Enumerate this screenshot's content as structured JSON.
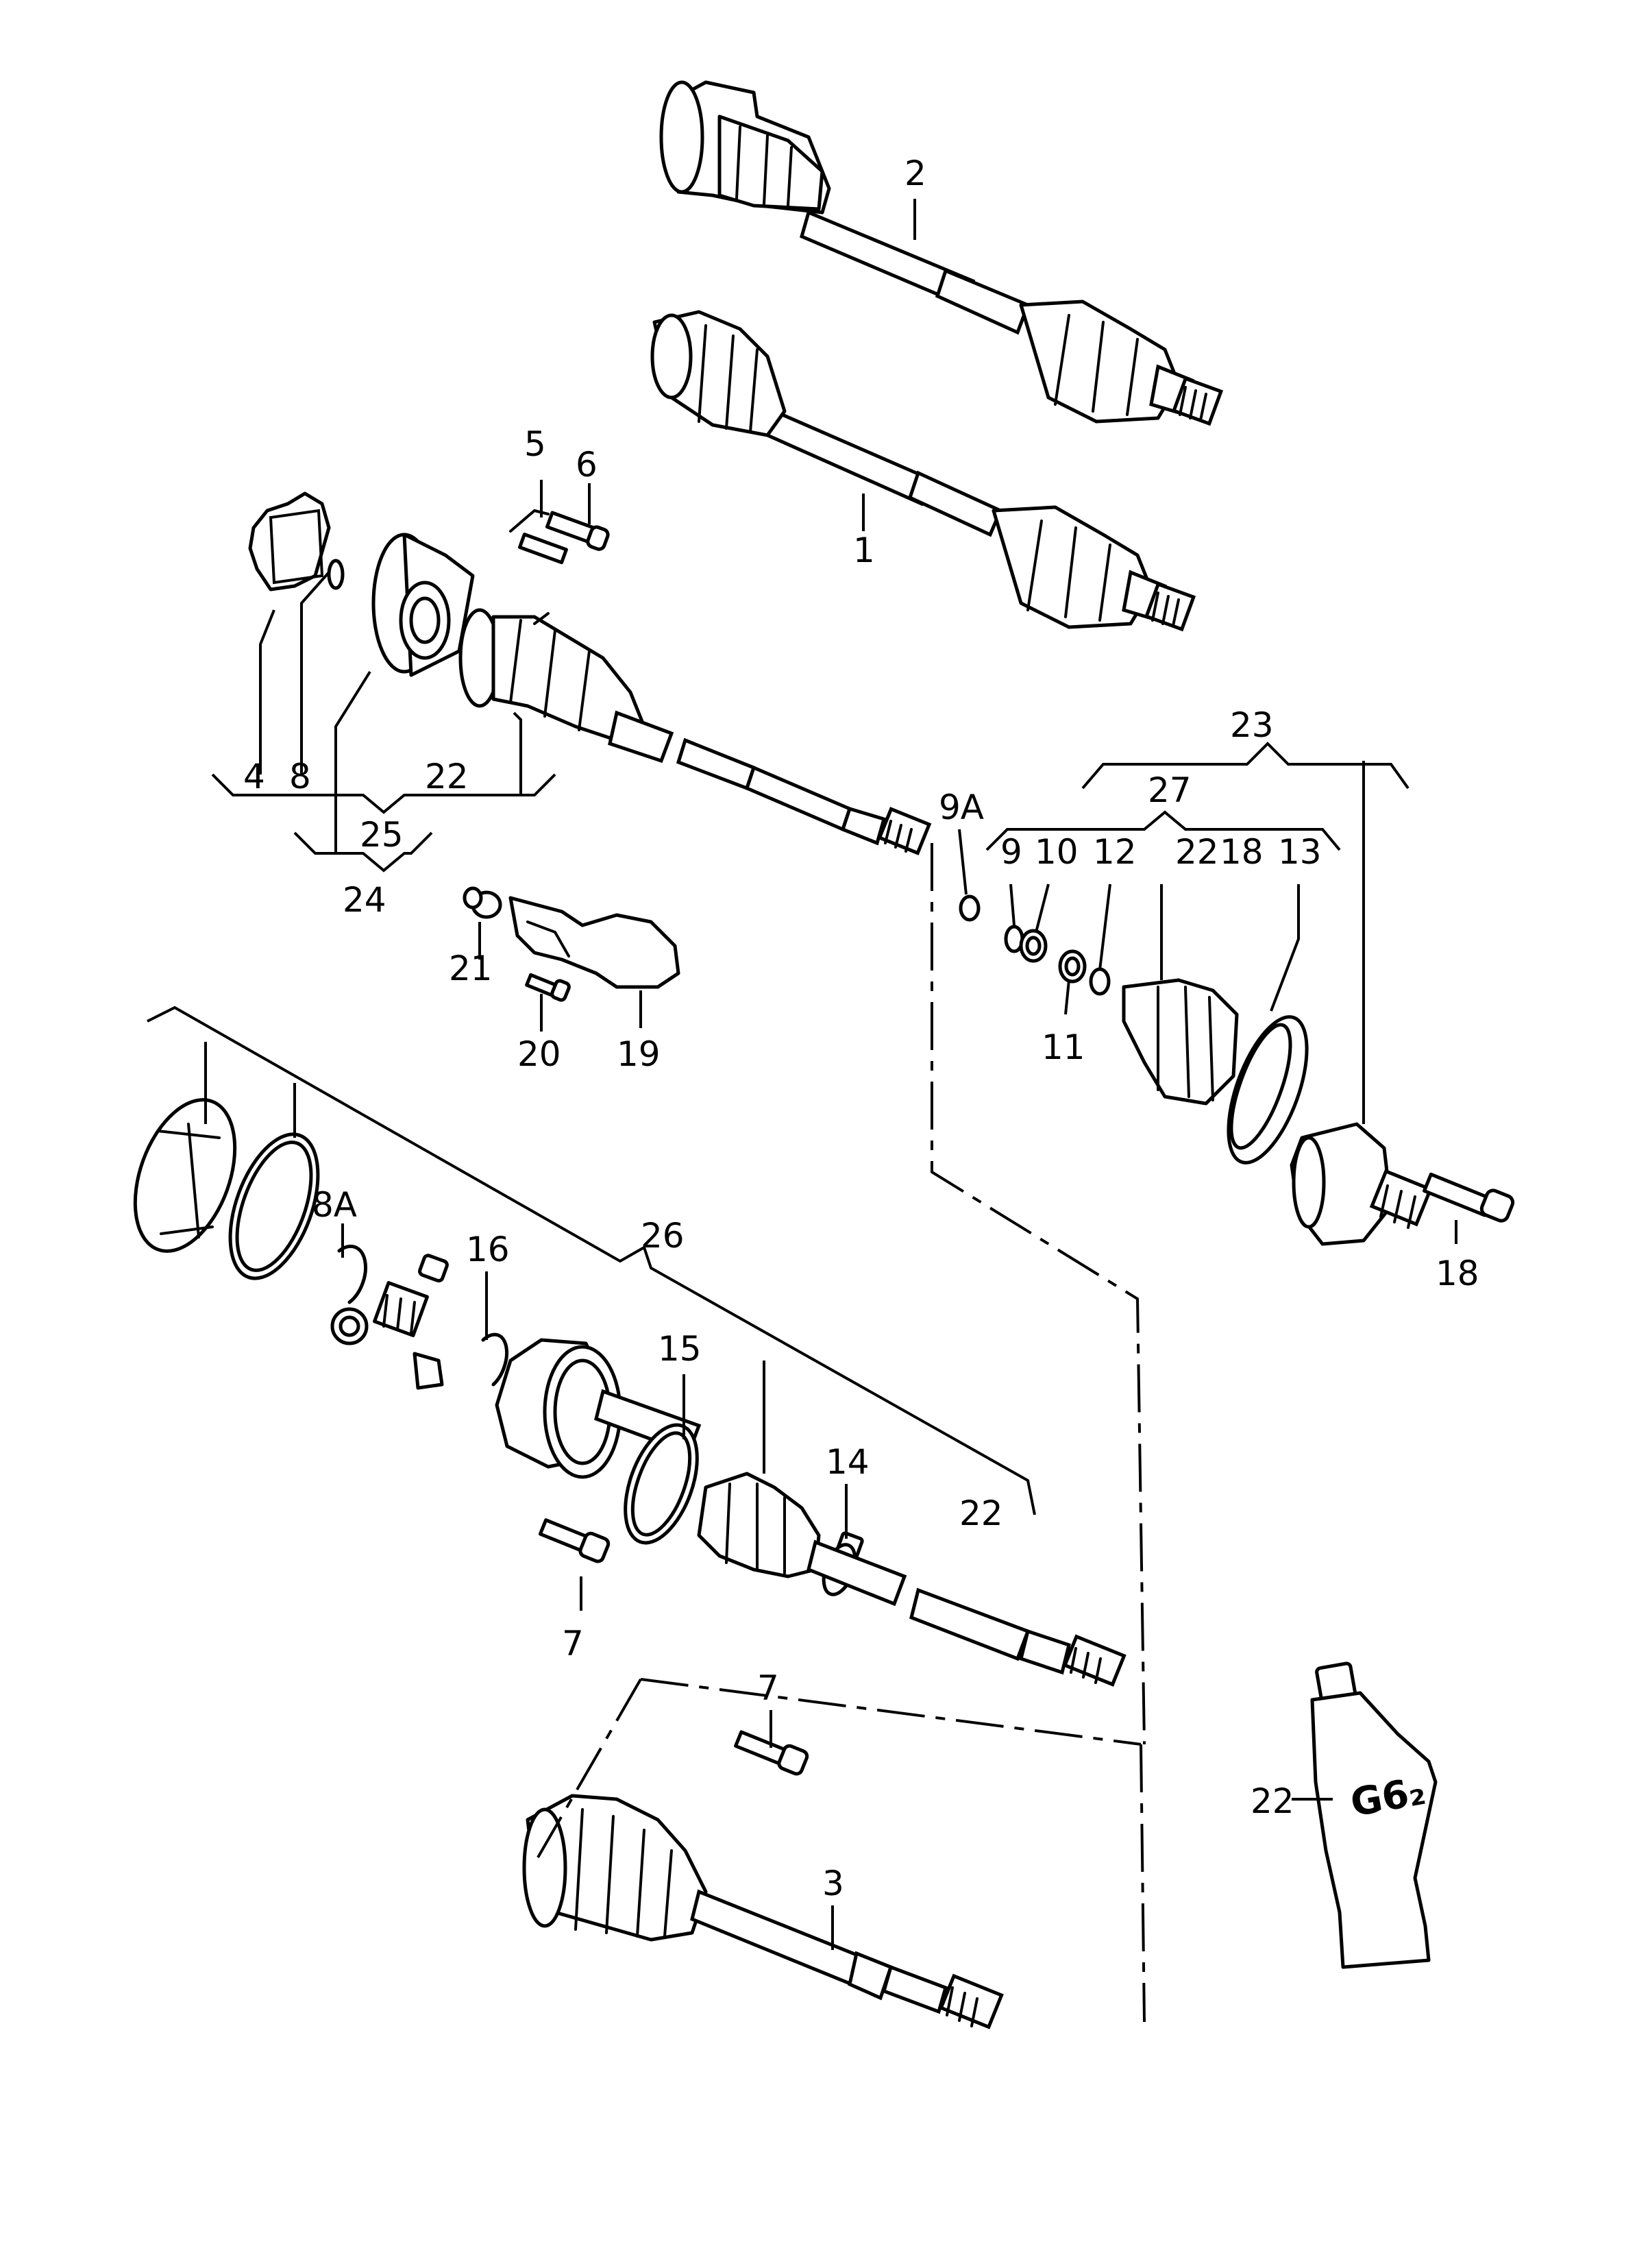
{
  "labels": {
    "l2": "2",
    "l1": "1",
    "l5": "5",
    "l6": "6",
    "l4": "4",
    "l8": "8",
    "l22a": "22",
    "l25": "25",
    "l24": "24",
    "l21": "21",
    "l20": "20",
    "l19": "19",
    "l9A": "9A",
    "l23": "23",
    "l27": "27",
    "l9": "9",
    "l10": "10",
    "l12": "12",
    "l22b": "22",
    "l18a": "18",
    "l13": "13",
    "l11": "11",
    "l18b": "18",
    "l8A": "8A",
    "l16": "16",
    "l26": "26",
    "l15": "15",
    "l14": "14",
    "l22c": "22",
    "l7a": "7",
    "l7b": "7",
    "l3": "3",
    "l22d": "22"
  },
  "tube_marking": "G6₂"
}
